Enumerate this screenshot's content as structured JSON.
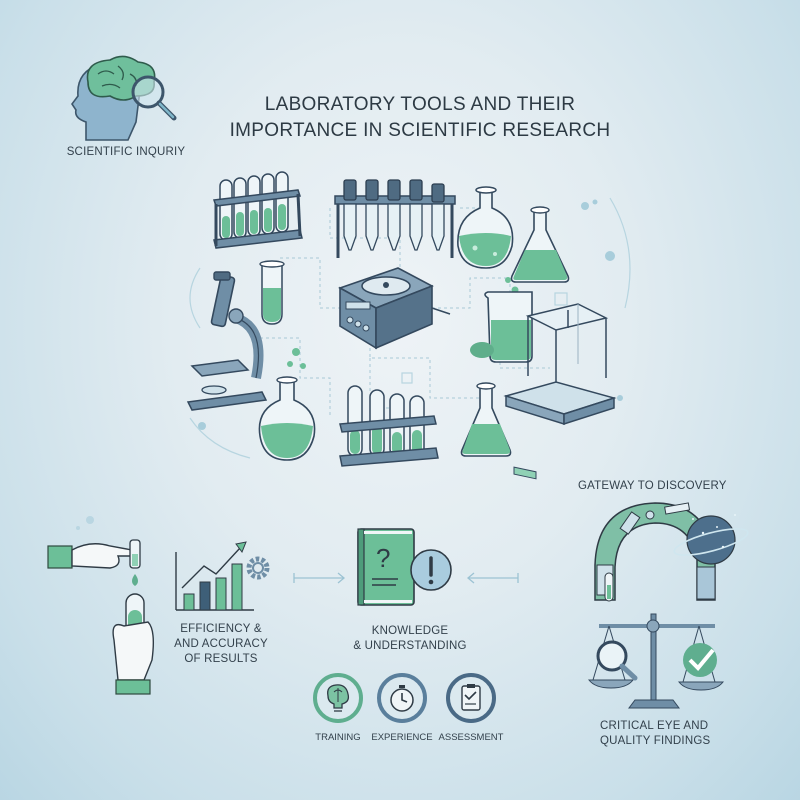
{
  "header": {
    "title_line1": "LABORATORY TOOLS AND THEIR",
    "title_line2": "IMPORTANCE IN SCIENTIFIC RESEARCH",
    "logo_icon": "brain-magnifier-icon",
    "logo_caption": "SCIENTIFIC INQURIY"
  },
  "center_cluster": {
    "items": [
      {
        "icon": "test-tube-rack-icon",
        "label": "Test tube rack"
      },
      {
        "icon": "pipette-rack-icon",
        "label": "Pipette rack"
      },
      {
        "icon": "round-flask-icon",
        "label": "Round bottom flask"
      },
      {
        "icon": "erlenmeyer-flask-icon",
        "label": "Erlenmeyer flask"
      },
      {
        "icon": "test-tube-icon",
        "label": "Test tube"
      },
      {
        "icon": "centrifuge-icon",
        "label": "Centrifuge"
      },
      {
        "icon": "beaker-icon",
        "label": "Beaker"
      },
      {
        "icon": "microscope-icon",
        "label": "Microscope"
      },
      {
        "icon": "analytical-balance-icon",
        "label": "Analytical balance"
      }
    ]
  },
  "sections": {
    "efficiency": {
      "icon": "hands-pipetting-chart-icon",
      "line1": "EFFICIENCY &",
      "line2": "AND ACCURACY",
      "line3": "OF RESULTS"
    },
    "knowledge": {
      "icon": "book-question-exclamation-icon",
      "line1": "KNOWLEDGE",
      "line2": "& UNDERSTANDING",
      "pillars": [
        {
          "icon": "brain-bulb-icon",
          "label": "TRAINING",
          "ring": "#5fae8f"
        },
        {
          "icon": "stopwatch-icon",
          "label": "EXPERIENCE",
          "ring": "#5a7f9c"
        },
        {
          "icon": "clipboard-check-icon",
          "label": "ASSESSMENT",
          "ring": "#4a6a86"
        }
      ]
    },
    "gateway": {
      "icon": "arch-planet-icon",
      "label": "GATEWAY TO DISCOVERY"
    },
    "critical": {
      "icon": "balance-scale-icon",
      "line1": "CRITICAL EYE AND",
      "line2": "QUALITY FINDINGS"
    }
  },
  "colors": {
    "green": "#6cbf98",
    "green_dark": "#3f8f6e",
    "steel": "#5d7f99",
    "steel_dark": "#34495e",
    "glass": "#e9f2f6",
    "line": "#9cc3d3"
  }
}
